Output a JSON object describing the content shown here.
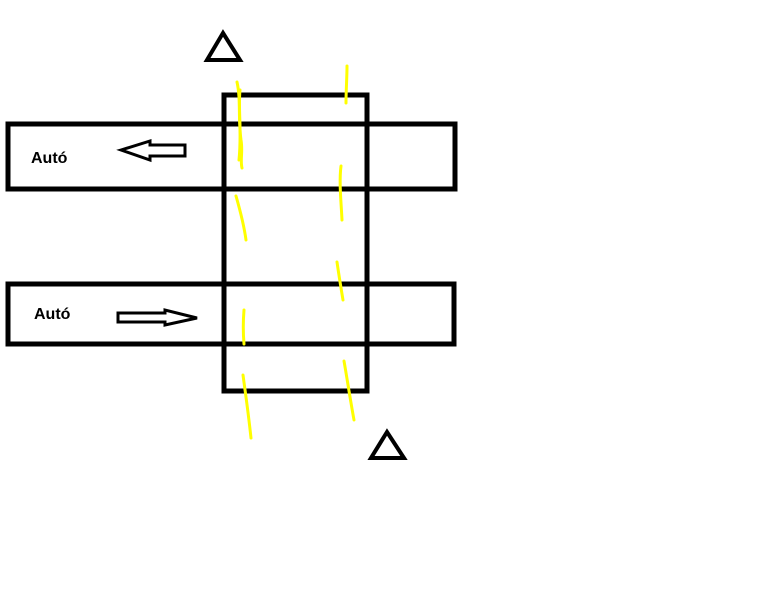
{
  "diagram": {
    "lanes": [
      {
        "label": "Autó",
        "direction": "left"
      },
      {
        "label": "Autó",
        "direction": "right"
      }
    ],
    "colors": {
      "outline": "#000000",
      "marking": "#ffff00",
      "background": "#ffffff"
    },
    "icons": {
      "warning_sign": "triangle-outline-icon",
      "arrow_left": "arrow-left-icon",
      "arrow_right": "arrow-right-icon"
    }
  }
}
